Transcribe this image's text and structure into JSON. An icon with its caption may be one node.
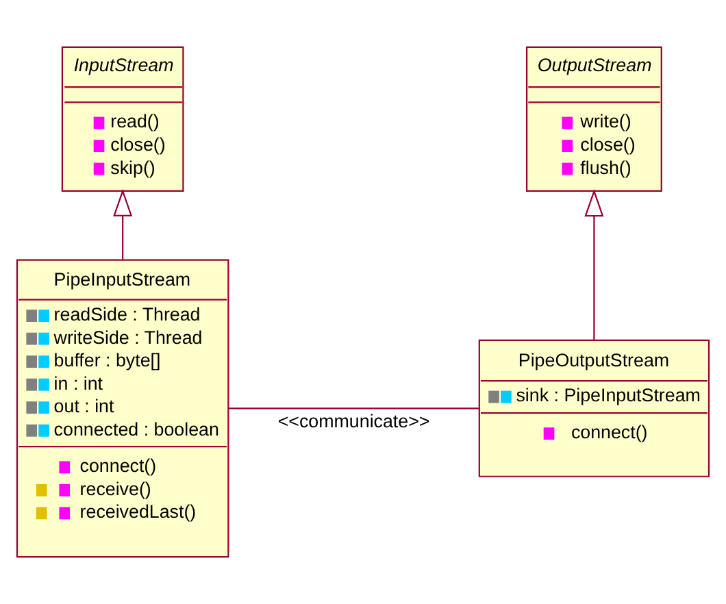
{
  "diagram": {
    "nodes": [
      {
        "text": [
          "InputStream",
          "read()",
          "close()",
          "skip()"
        ]
      },
      {
        "text": [
          "OutputStream",
          "write()",
          "close()",
          "flush()"
        ]
      },
      {
        "text": [
          "PipeInputStream",
          "readSide : Thread",
          "writeSide : Thread",
          "buffer : byte[]",
          "in : int",
          "out : int",
          "connected : boolean",
          "connect()",
          "receive()",
          "receivedLast()"
        ]
      },
      {
        "text": [
          "PipeOutputStream",
          "sink : PipeInputStream",
          "connect()"
        ]
      }
    ],
    "edges": [
      {
        "from": 2,
        "to": 0,
        "arrow": "to"
      },
      {
        "from": 3,
        "to": 1,
        "arrow": "to"
      },
      {
        "from": 2,
        "to": 3,
        "arrow": "none",
        "label": "<<communicate>>"
      }
    ]
  }
}
